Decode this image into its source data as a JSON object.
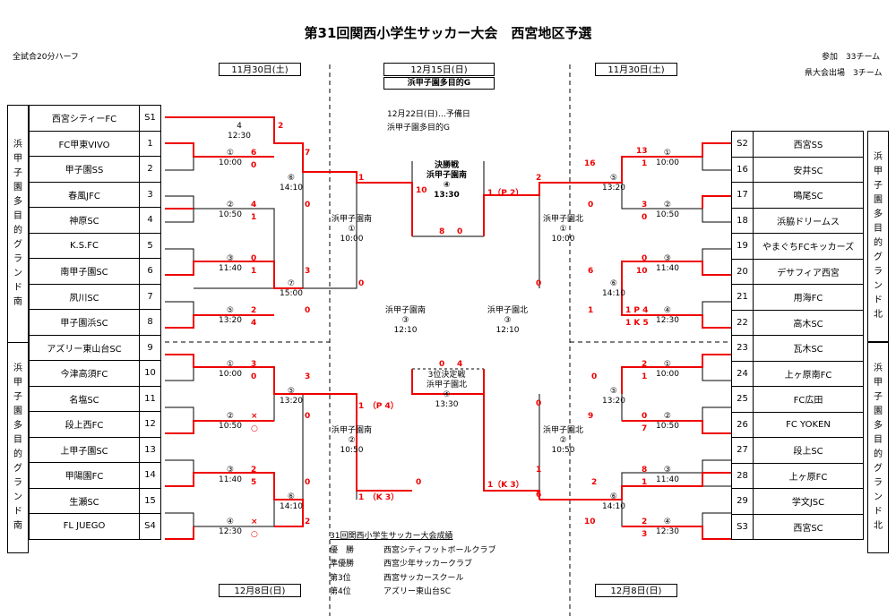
{
  "title": "第31回関西小学生サッカー大会　西宮地区予選",
  "header": {
    "left_note": "全試合20分ハーフ",
    "right_note1": "参加　33チーム",
    "right_note2": "県大会出場　3チーム"
  },
  "dates": {
    "left_top": "11月30日(土)",
    "center_top": "12月15日(日)",
    "right_top": "11月30日(土)",
    "left_bottom": "12月8日(日)",
    "right_bottom": "12月8日(日)"
  },
  "venue_center": "浜甲子園多目的G",
  "notes": {
    "reserve": "12月22日(日)…予備日",
    "reserve_place": "浜甲子園多目的G"
  },
  "zones": {
    "left_top": "浜甲子園多目的グランド南",
    "left_bottom": "浜甲子園多目的グランド南",
    "right_top": "浜甲子園多目的グランド北",
    "right_bottom": "浜甲子園多目的グランド北"
  },
  "left_teams": [
    {
      "name": "西宮シティーFC",
      "num": "S1"
    },
    {
      "name": "FC甲東VIVO",
      "num": "1"
    },
    {
      "name": "甲子園SS",
      "num": "2"
    },
    {
      "name": "春風JFC",
      "num": "3"
    },
    {
      "name": "神原SC",
      "num": "4"
    },
    {
      "name": "K.S.FC",
      "num": "5"
    },
    {
      "name": "南甲子園SC",
      "num": "6"
    },
    {
      "name": "夙川SC",
      "num": "7"
    },
    {
      "name": "甲子園浜SC",
      "num": "8"
    },
    {
      "name": "アズリー東山台SC",
      "num": "9"
    },
    {
      "name": "今津高須FC",
      "num": "10"
    },
    {
      "name": "名塩SC",
      "num": "11"
    },
    {
      "name": "段上西FC",
      "num": "12"
    },
    {
      "name": "上甲子園SC",
      "num": "13"
    },
    {
      "name": "甲陽園FC",
      "num": "14"
    },
    {
      "name": "生瀬SC",
      "num": "15"
    },
    {
      "name": "FL JUEGO",
      "num": "S4"
    }
  ],
  "right_teams": [
    {
      "name": "西宮SS",
      "num": "S2"
    },
    {
      "name": "安井SC",
      "num": "16"
    },
    {
      "name": "鳴尾SC",
      "num": "17"
    },
    {
      "name": "浜脇ドリームス",
      "num": "18"
    },
    {
      "name": "やまぐちFCキッカーズ",
      "num": "19"
    },
    {
      "name": "デサフィア西宮",
      "num": "20"
    },
    {
      "name": "用海FC",
      "num": "21"
    },
    {
      "name": "高木SC",
      "num": "22"
    },
    {
      "name": "瓦木SC",
      "num": "23"
    },
    {
      "name": "上ヶ原南FC",
      "num": "24"
    },
    {
      "name": "FC広田",
      "num": "25"
    },
    {
      "name": "FC YOKEN",
      "num": "26"
    },
    {
      "name": "段上SC",
      "num": "27"
    },
    {
      "name": "上ヶ原FC",
      "num": "28"
    },
    {
      "name": "学文JSC",
      "num": "29"
    },
    {
      "name": "西宮SC",
      "num": "S3"
    }
  ],
  "matches": {
    "l1": "①\n10:00",
    "l2": "②\n10:50",
    "l3": "③\n11:40",
    "l5": "⑤\n13:20",
    "l4": "④\n12:30",
    "l6": "⑥\n14:10",
    "l7": "⑦\n15:00",
    "lb1": "①\n10:00",
    "lb2": "②\n10:50",
    "lb3": "③\n11:40",
    "lb4": "④\n12:30",
    "lb5": "⑤\n13:20",
    "lb6": "⑥\n14:10",
    "r1": "①\n10:00",
    "r2": "②\n10:50",
    "r3": "③\n11:40",
    "r4": "④\n12:30",
    "r5": "⑤\n13:20",
    "r6": "⑥\n14:10",
    "rb1": "①\n10:00",
    "rb2": "②\n10:50",
    "rb3": "③\n11:40",
    "rb4": "④\n12:30",
    "rb5": "⑤\n13:20",
    "rb6": "⑥\n14:10",
    "semi_l_top": "浜甲子園南\n①\n10:00",
    "semi_l_bot": "浜甲子園南\n②\n10:50",
    "semi_r_top": "浜甲子園北\n①\n10:00",
    "semi_r_bot": "浜甲子園北\n②\n10:50",
    "c_l": "浜甲子園南\n③\n12:10",
    "c_r": "浜甲子園北\n③\n12:10",
    "final": "決勝戦\n浜甲子園南\n④\n13:30",
    "third": "3位決定戦\n浜甲子園北\n④\n13:30"
  },
  "scores": {
    "a": "4\n12:30",
    "s2": "2",
    "s6": "6",
    "s0": "0",
    "s7": "7",
    "s4": "4",
    "s1": "1",
    "s0b": "0",
    "s1b": "1",
    "s3": "3",
    "s0c": "0",
    "s2b": "2",
    "s4b": "4",
    "s0d": "0",
    "f1": "1",
    "f10": "10",
    "f8": "8",
    "f0": "0",
    "p2": "1（P 2）",
    "r2": "2",
    "t0": "0",
    "t4": "4",
    "lb_a3": "3",
    "lb_a0": "0",
    "lb_b3": "3",
    "lb_b0": "0",
    "lb_x": "×",
    "lb_o": "○",
    "lb_c2": "2",
    "lb_c5": "5",
    "lb_d0": "0",
    "lb_d2": "2",
    "lb_x2": "×",
    "lb_o2": "○",
    "p4": "1　（P 4）",
    "k3": "1　（K 3）",
    "lb_e0": "0",
    "rk3": "1（K 3）",
    "rb_6": "6",
    "r13": "13",
    "r1": "1",
    "r16": "16",
    "r0": "0",
    "r3": "3",
    "r2b": "2",
    "r0b": "0",
    "r0c": "0",
    "r10": "10",
    "r6": "6",
    "r1p4": "1 P 4",
    "r1k5": "1 K 5",
    "r1c": "1",
    "r0d": "0",
    "rb2": "2",
    "rb1": "1",
    "rb0": "0",
    "rb0b": "0",
    "rb9": "9",
    "rb7": "7",
    "rb8": "8",
    "rb1b": "1",
    "rb2c": "2",
    "rb10": "10",
    "rb3": "3",
    "rb0c": "0",
    "rb1c": "1"
  },
  "results": {
    "heading": "31回関西小学生サッカー大会成績",
    "rows": [
      {
        "rank": "優　勝",
        "team": "西宮シティフットボールクラブ"
      },
      {
        "rank": "準優勝",
        "team": "西宮少年サッカークラブ"
      },
      {
        "rank": "第3位",
        "team": "西宮サッカースクール"
      },
      {
        "rank": "第4位",
        "team": "アズリー東山台SC"
      }
    ]
  }
}
